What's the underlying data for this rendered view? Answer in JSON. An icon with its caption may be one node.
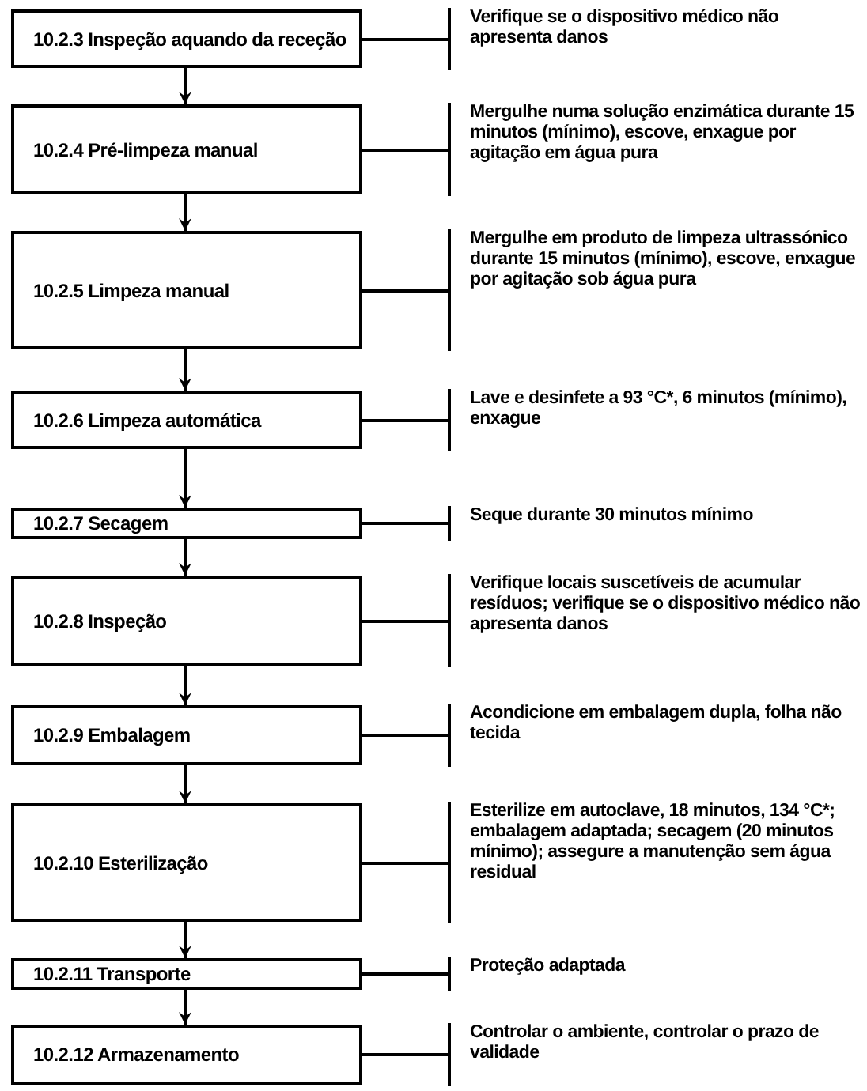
{
  "diagram": {
    "nodes": [
      {
        "text": [
          "10.2.3 Inspeção aquando da receção"
        ]
      },
      {
        "text": [
          "Verifique se o dispositivo médico não apresenta danos"
        ]
      },
      {
        "text": [
          "10.2.4 Pré-limpeza manual"
        ]
      },
      {
        "text": [
          "Mergulhe numa solução enzimática durante 15 minutos (mínimo), escove, enxague por agitação em água pura"
        ]
      },
      {
        "text": [
          "10.2.5 Limpeza manual"
        ]
      },
      {
        "text": [
          "Mergulhe em produto de limpeza ultrassónico durante 15 minutos (mínimo), escove, enxague por agitação sob água pura"
        ]
      },
      {
        "text": [
          "10.2.6 Limpeza automática"
        ]
      },
      {
        "text": [
          "Lave e desinfete a 93 °C*, 6 minutos (mínimo), enxague"
        ]
      },
      {
        "text": [
          "10.2.7 Secagem"
        ]
      },
      {
        "text": [
          "Seque durante 30 minutos mínimo"
        ]
      },
      {
        "text": [
          "10.2.8 Inspeção"
        ]
      },
      {
        "text": [
          "Verifique locais suscetíveis de acumular resíduos; verifique se o dispositivo médico não apresenta danos"
        ]
      },
      {
        "text": [
          "10.2.9 Embalagem"
        ]
      },
      {
        "text": [
          "Acondicione em embalagem dupla, folha não tecida"
        ]
      },
      {
        "text": [
          "10.2.10 Esterilização"
        ]
      },
      {
        "text": [
          "Esterilize em autoclave, 18 minutos, 134 °C*; embalagem adaptada; secagem (20 minutos mínimo); assegure a manutenção sem água residual"
        ]
      },
      {
        "text": [
          "10.2.11 Transporte"
        ]
      },
      {
        "text": [
          "Proteção adaptada"
        ]
      },
      {
        "text": [
          "10.2.12 Armazenamento"
        ]
      },
      {
        "text": [
          "Controlar o ambiente, controlar o prazo de validade"
        ]
      }
    ],
    "edges": [
      {
        "from": 0,
        "to": 1,
        "arrow": "none"
      },
      {
        "from": 0,
        "to": 2,
        "arrow": "to"
      },
      {
        "from": 2,
        "to": 3,
        "arrow": "none"
      },
      {
        "from": 2,
        "to": 4,
        "arrow": "to"
      },
      {
        "from": 4,
        "to": 5,
        "arrow": "none"
      },
      {
        "from": 4,
        "to": 6,
        "arrow": "to"
      },
      {
        "from": 6,
        "to": 7,
        "arrow": "none"
      },
      {
        "from": 6,
        "to": 8,
        "arrow": "to"
      },
      {
        "from": 8,
        "to": 9,
        "arrow": "none"
      },
      {
        "from": 8,
        "to": 10,
        "arrow": "to"
      },
      {
        "from": 10,
        "to": 11,
        "arrow": "none"
      },
      {
        "from": 10,
        "to": 12,
        "arrow": "to"
      },
      {
        "from": 12,
        "to": 13,
        "arrow": "none"
      },
      {
        "from": 12,
        "to": 14,
        "arrow": "to"
      },
      {
        "from": 14,
        "to": 15,
        "arrow": "none"
      },
      {
        "from": 14,
        "to": 16,
        "arrow": "to"
      },
      {
        "from": 16,
        "to": 17,
        "arrow": "none"
      },
      {
        "from": 16,
        "to": 18,
        "arrow": "to"
      },
      {
        "from": 18,
        "to": 19,
        "arrow": "none"
      }
    ]
  }
}
